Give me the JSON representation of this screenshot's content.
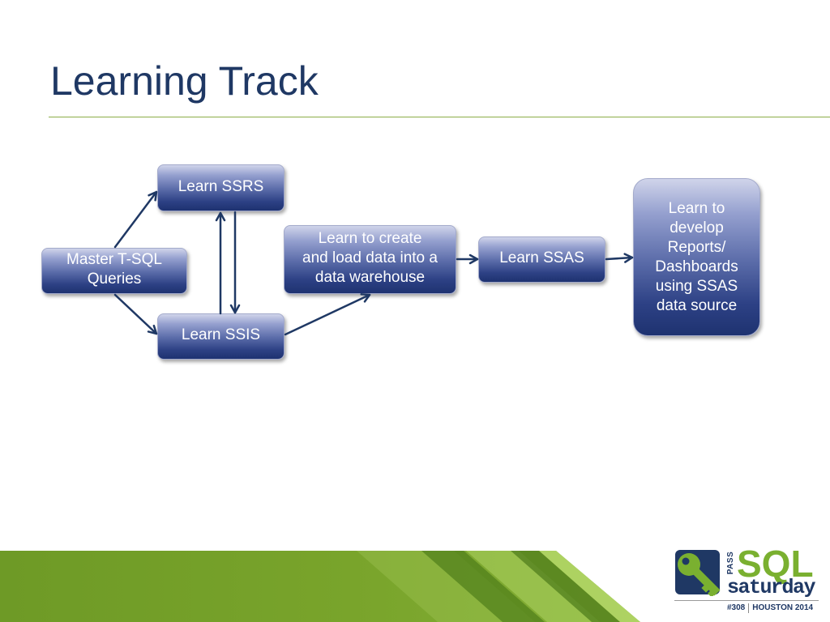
{
  "slide": {
    "title": "Learning Track"
  },
  "colors": {
    "title_text": "#1f3864",
    "divider": "#8cad48",
    "node_top": "#d0d4ea",
    "node_bottom": "#1e3270",
    "node_text": "#ffffff",
    "arrow": "#1f3864",
    "band_green": "#79a42b",
    "brand_green": "#7ab030",
    "brand_navy": "#1f3864"
  },
  "diagram": {
    "nodes": [
      {
        "lines": [
          "Master T-SQL",
          "Queries"
        ]
      },
      {
        "lines": [
          "Learn SSRS"
        ]
      },
      {
        "lines": [
          "Learn SSIS"
        ]
      },
      {
        "lines": [
          "Learn to create",
          "and load data into a",
          "data warehouse"
        ]
      },
      {
        "lines": [
          "Learn SSAS"
        ]
      },
      {
        "lines": [
          "Learn to",
          "develop",
          "Reports/",
          "Dashboards",
          "using SSAS",
          "data source"
        ]
      }
    ],
    "edges": [
      {
        "from": 0,
        "to": 1
      },
      {
        "from": 0,
        "to": 2
      },
      {
        "from": 2,
        "to": 1
      },
      {
        "from": 1,
        "to": 2
      },
      {
        "from": 2,
        "to": 3
      },
      {
        "from": 3,
        "to": 4
      },
      {
        "from": 4,
        "to": 5
      }
    ]
  },
  "logo": {
    "icon": "key-icon",
    "pass": "PASS",
    "sql": "SQL",
    "saturday": "saturday",
    "event_number": "#308",
    "event_location": "HOUSTON 2014"
  }
}
